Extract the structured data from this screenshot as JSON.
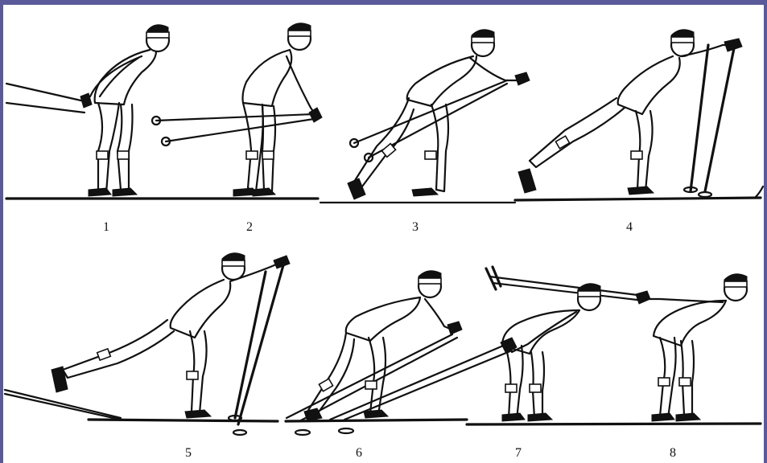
{
  "figure": {
    "phase_labels": [
      "1",
      "2",
      "3",
      "4",
      "5",
      "6",
      "7",
      "8"
    ]
  }
}
